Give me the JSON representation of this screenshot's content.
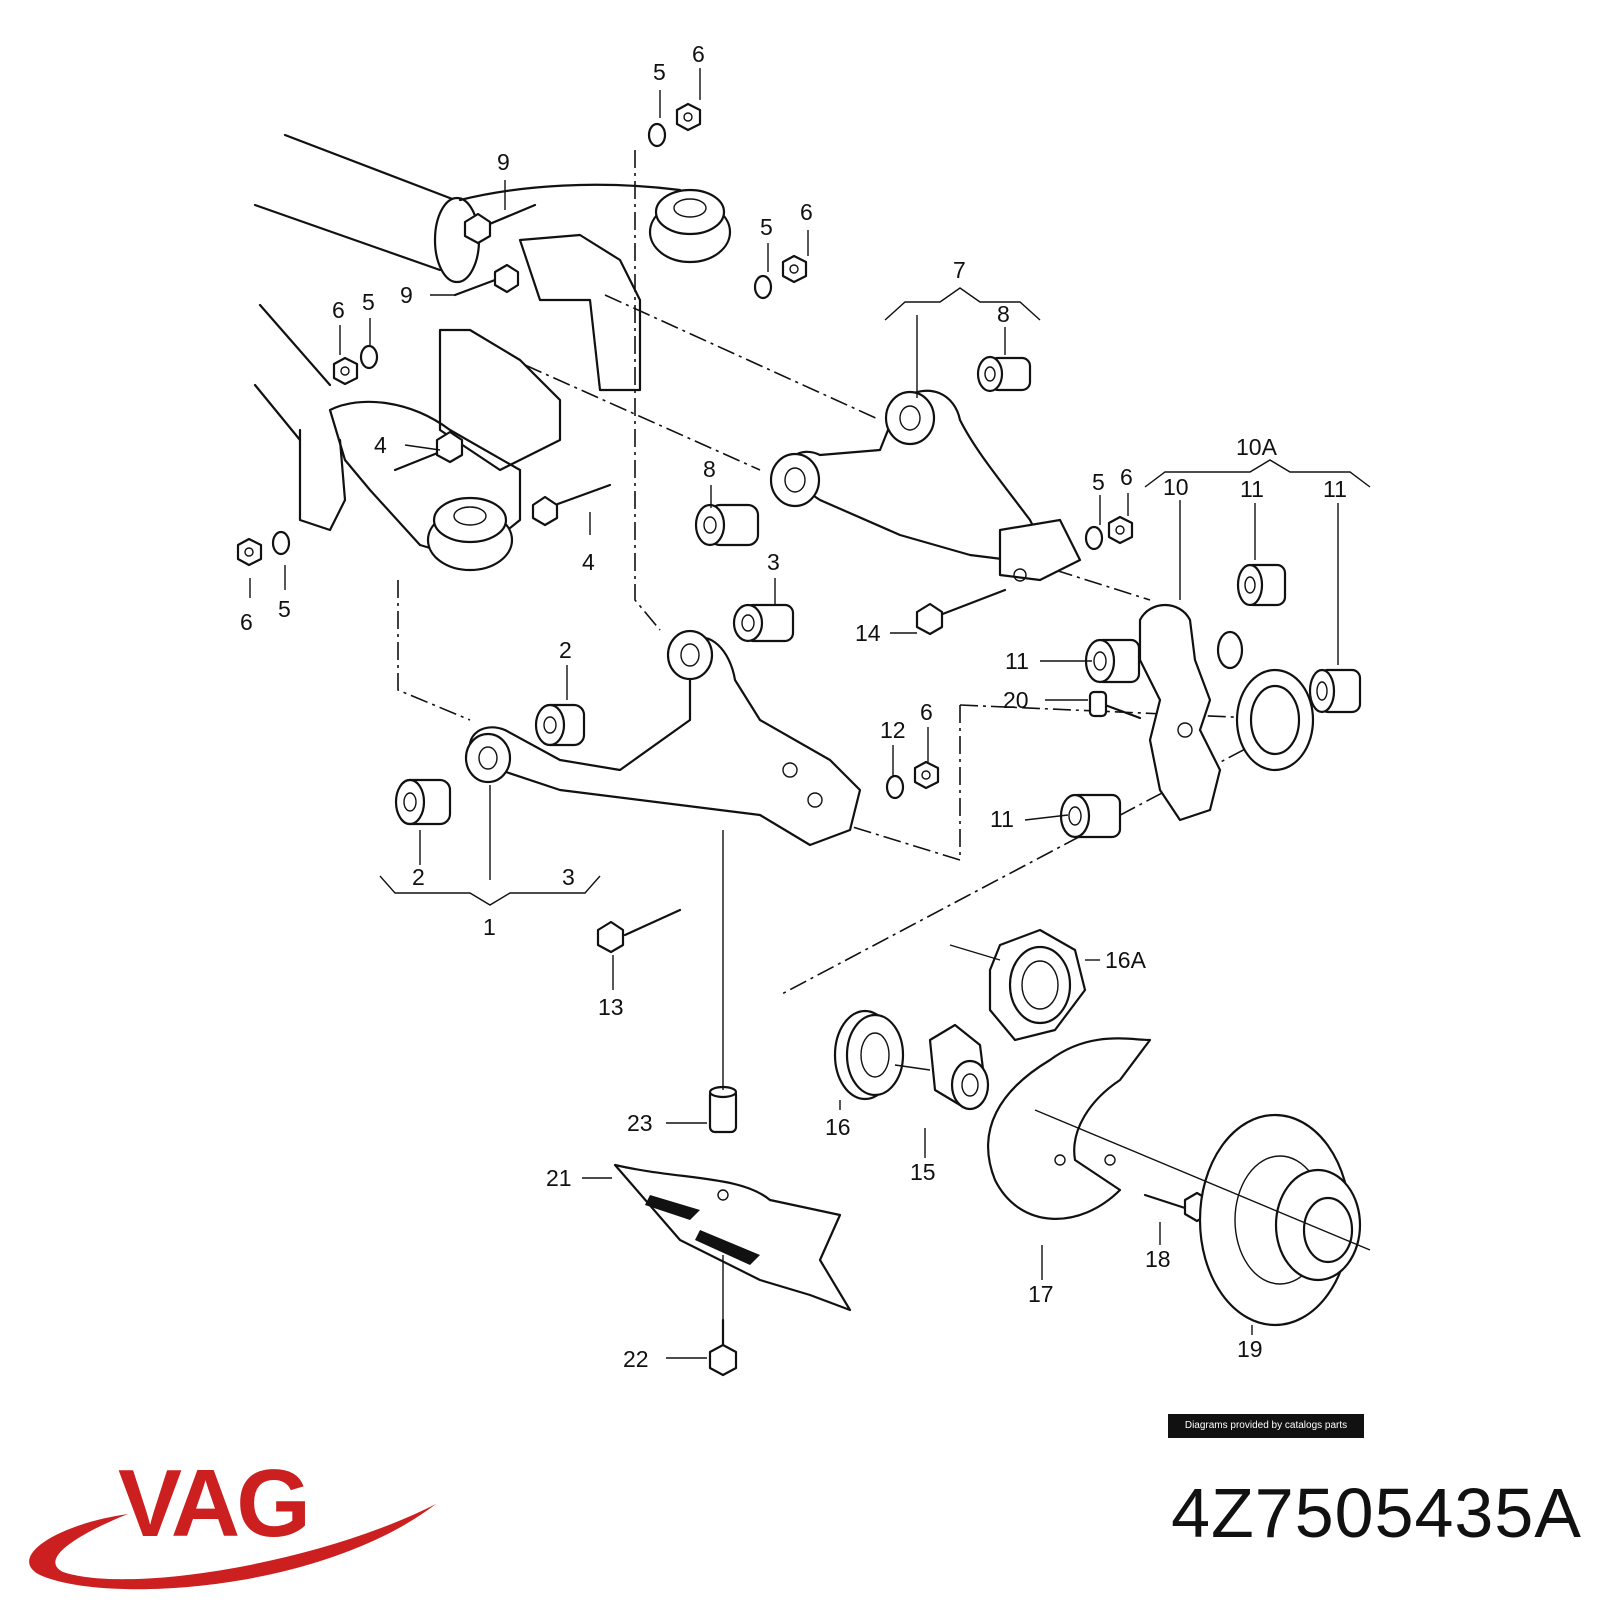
{
  "brand": {
    "name": "VAG",
    "color": "#cc1f1f"
  },
  "part_number": "4Z7505435A",
  "credit": "Diagrams provided by catalogs parts",
  "callouts": [
    {
      "id": "c1",
      "text": "5"
    },
    {
      "id": "c2",
      "text": "6"
    },
    {
      "id": "c3",
      "text": "9"
    },
    {
      "id": "c4",
      "text": "5"
    },
    {
      "id": "c5",
      "text": "6"
    },
    {
      "id": "c6",
      "text": "9"
    },
    {
      "id": "c7",
      "text": "6"
    },
    {
      "id": "c8",
      "text": "5"
    },
    {
      "id": "c9",
      "text": "7"
    },
    {
      "id": "c10",
      "text": "8"
    },
    {
      "id": "c11",
      "text": "4"
    },
    {
      "id": "c12",
      "text": "10A"
    },
    {
      "id": "c13",
      "text": "8"
    },
    {
      "id": "c14",
      "text": "5"
    },
    {
      "id": "c15",
      "text": "6"
    },
    {
      "id": "c16",
      "text": "10"
    },
    {
      "id": "c17",
      "text": "11"
    },
    {
      "id": "c18",
      "text": "11"
    },
    {
      "id": "c19",
      "text": "4"
    },
    {
      "id": "c20",
      "text": "6"
    },
    {
      "id": "c21",
      "text": "5"
    },
    {
      "id": "c22",
      "text": "3"
    },
    {
      "id": "c23",
      "text": "14"
    },
    {
      "id": "c24",
      "text": "11"
    },
    {
      "id": "c25",
      "text": "2"
    },
    {
      "id": "c26",
      "text": "20"
    },
    {
      "id": "c27",
      "text": "12"
    },
    {
      "id": "c28",
      "text": "6"
    },
    {
      "id": "c29",
      "text": "11"
    },
    {
      "id": "c30",
      "text": "2"
    },
    {
      "id": "c31",
      "text": "3"
    },
    {
      "id": "c32",
      "text": "1"
    },
    {
      "id": "c33",
      "text": "13"
    },
    {
      "id": "c34",
      "text": "16A"
    },
    {
      "id": "c35",
      "text": "23"
    },
    {
      "id": "c36",
      "text": "16"
    },
    {
      "id": "c37",
      "text": "15"
    },
    {
      "id": "c38",
      "text": "21"
    },
    {
      "id": "c39",
      "text": "17"
    },
    {
      "id": "c40",
      "text": "18"
    },
    {
      "id": "c41",
      "text": "19"
    },
    {
      "id": "c42",
      "text": "22"
    }
  ]
}
